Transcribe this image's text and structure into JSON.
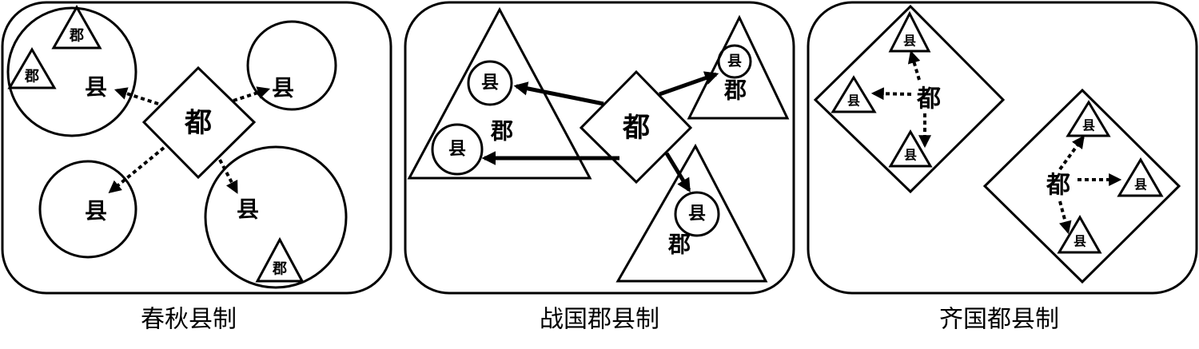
{
  "panels": [
    {
      "caption": "春秋县制"
    },
    {
      "caption": "战国郡县制"
    },
    {
      "caption": "齐国都县制"
    }
  ],
  "labels": {
    "du": "都",
    "xian": "县",
    "jun": "郡"
  }
}
